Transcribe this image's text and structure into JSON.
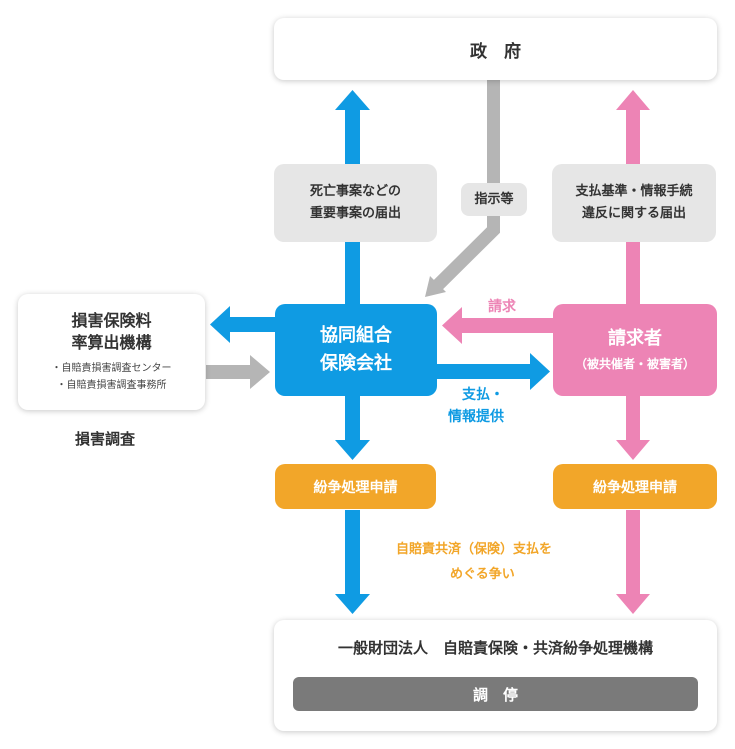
{
  "government": "政　府",
  "notes": {
    "death_line1": "死亡事案などの",
    "death_line2": "重要事案の届出",
    "instructions": "指示等",
    "violation_line1": "支払基準・情報手続",
    "violation_line2": "違反に関する届出"
  },
  "rating_org": {
    "title_line1": "損害保険料",
    "title_line2": "率算出機構",
    "items": [
      "・自賠責損害調査センター",
      "・自賠責損害調査事務所"
    ],
    "caption": "損害調査"
  },
  "coop": {
    "line1": "協同組合",
    "line2": "保険会社"
  },
  "claimant": {
    "line1": "請求者",
    "line2": "（被共催者・被害者）"
  },
  "labels": {
    "request": "請求",
    "payment_line1": "支払・",
    "payment_line2": "情報提供",
    "dispute_line1": "自賠責共済（保険）支払を",
    "dispute_line2": "めぐる争い"
  },
  "dispute_left": "紛争処理申請",
  "dispute_right": "紛争処理申請",
  "bottom": {
    "title": "一般財団法人　自賠責保険・共済紛争処理機構",
    "bar": "調　停"
  },
  "colors": {
    "blue": "#0f9be3",
    "pink": "#ed84b5",
    "orange": "#f2a629",
    "gray_arrow": "#b5b5b5",
    "gray_box": "#e6e6e6",
    "dark_bar": "#7a7a7a"
  }
}
